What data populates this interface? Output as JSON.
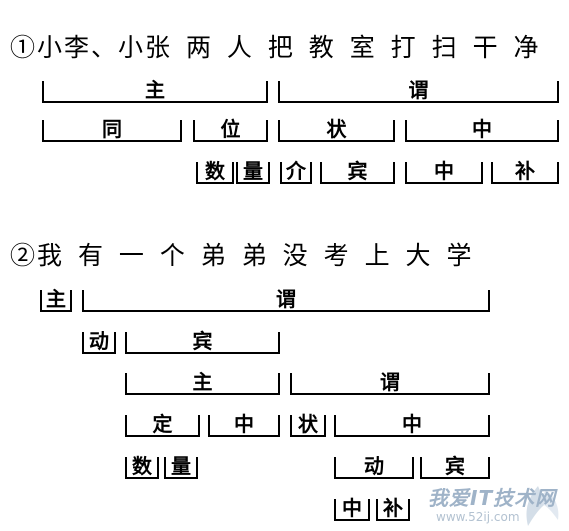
{
  "example1": {
    "sentence": "①小李、小张 两 人 把 教 室 打 扫 干 净",
    "row1": [
      "主",
      "谓"
    ],
    "row2": [
      "同",
      "位",
      "状",
      "中"
    ],
    "row3": [
      "数",
      "量",
      "介",
      "宾",
      "中",
      "补"
    ]
  },
  "example2": {
    "sentence": "②我 有 一 个 弟 弟 没 考 上 大 学",
    "row1": [
      "主",
      "谓"
    ],
    "row2": [
      "动",
      "宾"
    ],
    "row3": [
      "主",
      "谓"
    ],
    "row4": [
      "定",
      "中",
      "状",
      "中"
    ],
    "row5": [
      "数",
      "量",
      "动",
      "宾"
    ],
    "row6": [
      "中",
      "补"
    ]
  },
  "watermark": {
    "text": "我爱IT技术网",
    "url": "www.52ij.com"
  },
  "colors": {
    "line": "#000000",
    "watermark": "#9fb3c8"
  }
}
